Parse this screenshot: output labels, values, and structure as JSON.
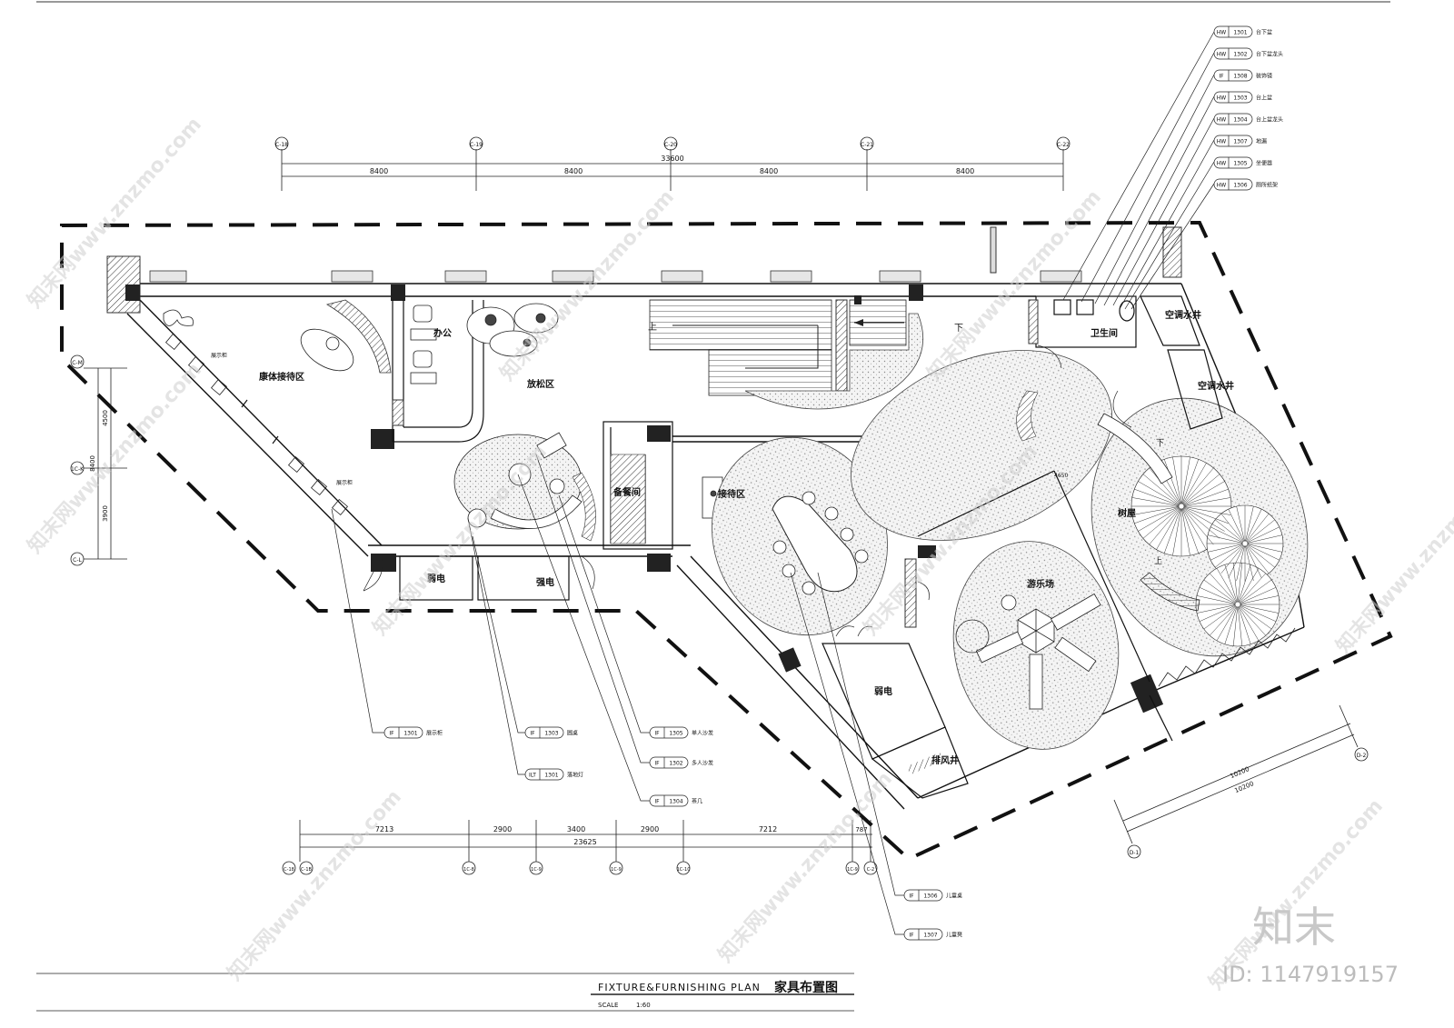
{
  "drawing": {
    "title_en": "FIXTURE&FURNISHING PLAN",
    "title_cn": "家具布置图",
    "scale_label": "SCALE",
    "scale_value": "1:60"
  },
  "watermark": {
    "site": "知末网www.znzmo.com",
    "brand": "知末",
    "id_text": "ID: 1147919157"
  },
  "rooms": {
    "reception": "康体接待区",
    "office": "办公",
    "relax": "放松区",
    "display_top": "展示柜",
    "display_bottom": "展示柜",
    "pantry": "备餐间",
    "front_desk": "接待区",
    "weak_elec_1": "弱电",
    "strong_elec": "强电",
    "weak_elec_2": "弱电",
    "exhaust": "排风井",
    "playground": "游乐场",
    "treehouse": "树屋",
    "toilet": "卫生间",
    "ac_shaft_1": "空调水井",
    "ac_shaft_2": "空调水井",
    "stair_up": "上",
    "stair_down": "下",
    "stair_up_2": "上",
    "stair_down_2": "下"
  },
  "top_dims": {
    "axes": [
      "C-18",
      "C-19",
      "C-20",
      "C-21",
      "C-22"
    ],
    "segments": [
      "8400",
      "8400",
      "8400",
      "8400"
    ],
    "total": "33600"
  },
  "bottom_dims": {
    "axes": [
      "C-18",
      "C-1B",
      "1C-8",
      "1C-9",
      "1C-9",
      "1C-10",
      "1C-9",
      "C-2"
    ],
    "segments": [
      "7213",
      "2900",
      "3400",
      "2900",
      "7212",
      "787"
    ],
    "total": "23625"
  },
  "left_dims": {
    "axes": [
      "C-M",
      "1C-K",
      "C-L"
    ],
    "segments": [
      "4500",
      "3900"
    ],
    "total": "8400"
  },
  "right_dims": {
    "axes": [
      "D-1",
      "D-2"
    ],
    "segments": [
      "10200",
      "10200"
    ]
  },
  "side_dim": "4650",
  "hw_tags": [
    {
      "code": "HW",
      "num": "1301",
      "desc": "台下盆"
    },
    {
      "code": "HW",
      "num": "1302",
      "desc": "台下盆龙头"
    },
    {
      "code": "IF",
      "num": "1308",
      "desc": "装饰镜"
    },
    {
      "code": "HW",
      "num": "1303",
      "desc": "台上盆"
    },
    {
      "code": "HW",
      "num": "1304",
      "desc": "台上盆龙头"
    },
    {
      "code": "HW",
      "num": "1307",
      "desc": "地漏"
    },
    {
      "code": "HW",
      "num": "1305",
      "desc": "坐便器"
    },
    {
      "code": "HW",
      "num": "1306",
      "desc": "厕所纸架"
    }
  ],
  "if_tags": [
    {
      "code": "IF",
      "num": "1301",
      "desc": "展示柜"
    },
    {
      "code": "IF",
      "num": "1303",
      "desc": "圆桌"
    },
    {
      "code": "ILT",
      "num": "1301",
      "desc": "落地灯"
    },
    {
      "code": "IF",
      "num": "1305",
      "desc": "单人沙发"
    },
    {
      "code": "IF",
      "num": "1302",
      "desc": "多人沙发"
    },
    {
      "code": "IF",
      "num": "1304",
      "desc": "茶几"
    },
    {
      "code": "IF",
      "num": "1306",
      "desc": "儿童桌"
    },
    {
      "code": "IF",
      "num": "1307",
      "desc": "儿童凳"
    }
  ]
}
